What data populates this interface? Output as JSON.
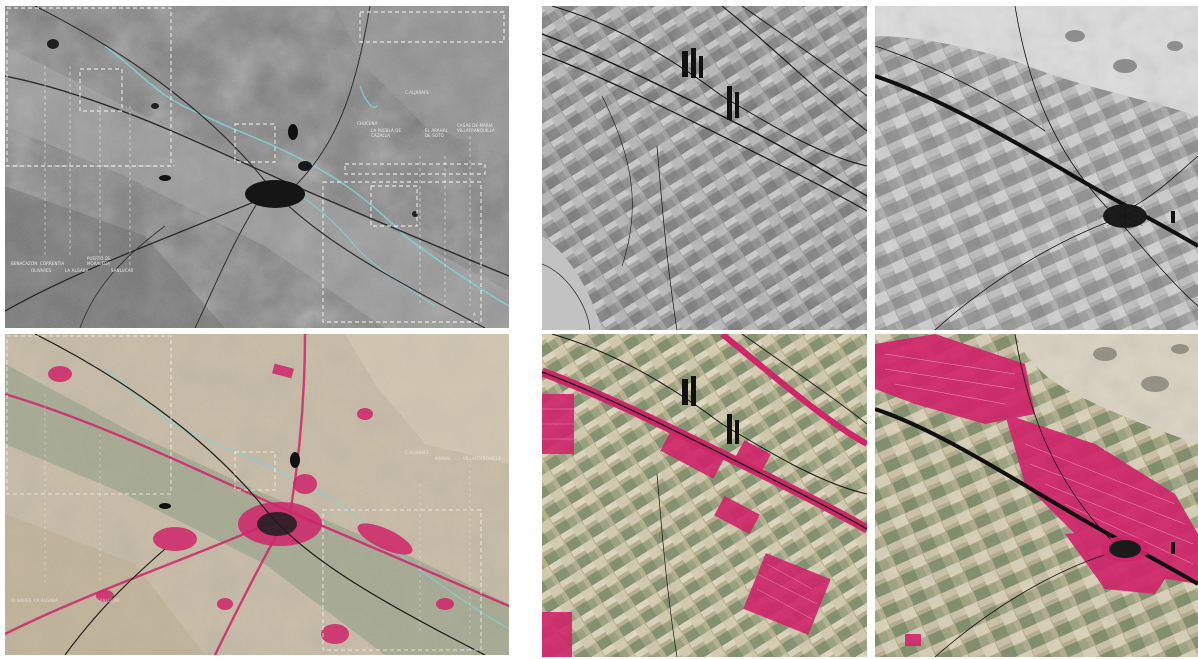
{
  "figure": {
    "panels": [
      {
        "id": "historic-regional",
        "era": "historic",
        "scale": "regional",
        "palette": "grayscale"
      },
      {
        "id": "historic-detail-north",
        "era": "historic",
        "scale": "detail",
        "palette": "grayscale"
      },
      {
        "id": "historic-detail-town",
        "era": "historic",
        "scale": "detail",
        "palette": "grayscale"
      },
      {
        "id": "current-regional",
        "era": "current",
        "scale": "regional",
        "palette": "color"
      },
      {
        "id": "current-detail-north",
        "era": "current",
        "scale": "detail",
        "palette": "color"
      },
      {
        "id": "current-detail-town",
        "era": "current",
        "scale": "detail",
        "palette": "color"
      }
    ],
    "colors": {
      "urban_growth": "#d0256a",
      "water": "#7fd1d8",
      "road": "#141414",
      "frame_dash": "#ffffff"
    }
  },
  "historic_labels": [
    {
      "text": "C.ALJARAFE"
    },
    {
      "text": "CHUCENA"
    },
    {
      "text": "LA PUEBLA DE\nCAZALLA"
    },
    {
      "text": "EL ARAHAL\nDE SOTO"
    },
    {
      "text": "CASAS DE MARIA\nVILLAFRANQUILLA"
    },
    {
      "text": "BENACAZON  CORRENTIA"
    },
    {
      "text": "OLIVARES"
    },
    {
      "text": "LA ALGABA"
    },
    {
      "text": "PUERTO DE\nMORALEDA"
    },
    {
      "text": "SANLUCAR"
    },
    {
      "text": "A"
    }
  ],
  "current_labels": [
    {
      "text": "C.ALJARAFE"
    },
    {
      "text": "ARAHAL"
    },
    {
      "text": "VILLAFRANQUILLA"
    },
    {
      "text": "OLIVARES  LA ALGABA"
    },
    {
      "text": "SANLUCAR"
    }
  ]
}
